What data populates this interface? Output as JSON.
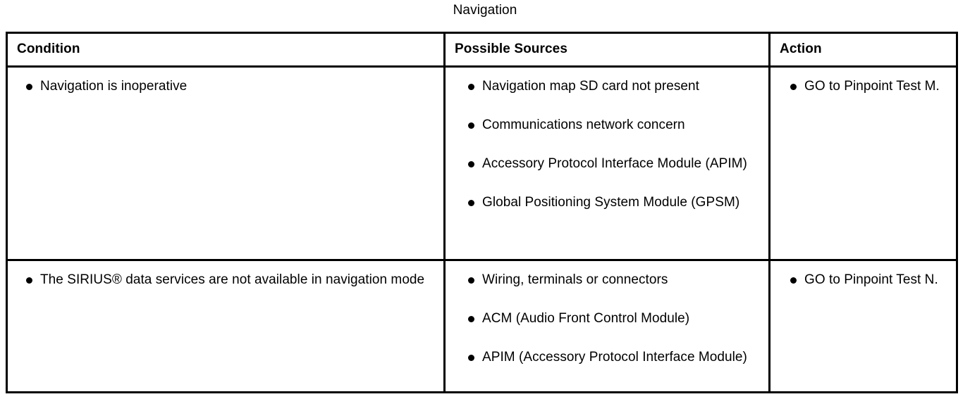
{
  "document": {
    "title": "Navigation"
  },
  "table": {
    "headers": [
      {
        "label": "Condition"
      },
      {
        "label": "Possible Sources"
      },
      {
        "label": "Action"
      }
    ],
    "rows": [
      {
        "condition": [
          "Navigation is inoperative"
        ],
        "possible_sources": [
          "Navigation map SD card not present",
          "Communications network concern",
          "Accessory Protocol Interface Module (APIM)",
          "Global Positioning System Module (GPSM)"
        ],
        "action": [
          "GO to Pinpoint Test M."
        ]
      },
      {
        "condition": [
          "The SIRIUS® data services are not available in navigation mode"
        ],
        "possible_sources": [
          "Wiring, terminals or connectors",
          "ACM (Audio Front Control Module)",
          "APIM (Accessory Protocol Interface Module)"
        ],
        "action": [
          "GO to Pinpoint Test N."
        ]
      }
    ]
  },
  "style": {
    "text_color": "#000000",
    "background_color": "#ffffff",
    "border_color": "#000000"
  }
}
